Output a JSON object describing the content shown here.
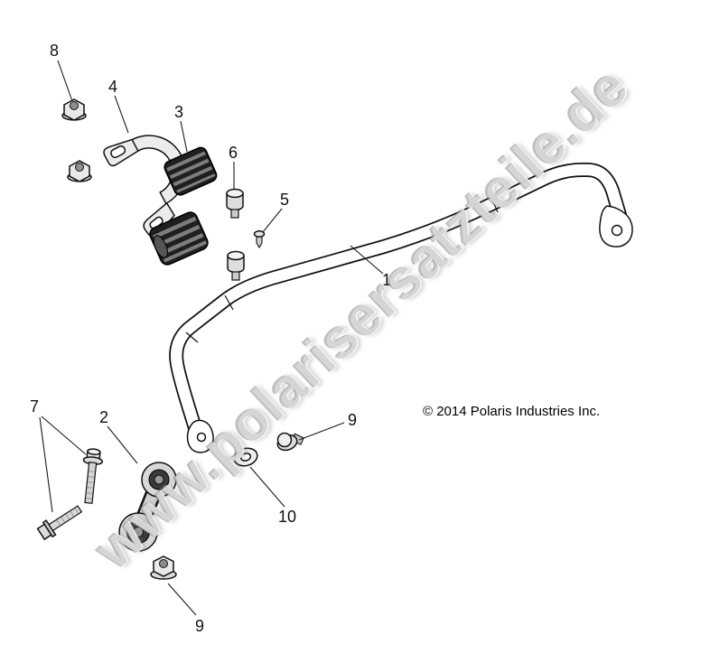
{
  "watermark": "www.polarisersatzteile.de",
  "copyright": "© 2014 Polaris Industries Inc.",
  "callouts": {
    "1": "1",
    "2": "2",
    "3": "3",
    "4": "4",
    "5": "5",
    "6": "6",
    "7": "7",
    "8": "8",
    "9a": "9",
    "9b": "9",
    "10": "10"
  }
}
